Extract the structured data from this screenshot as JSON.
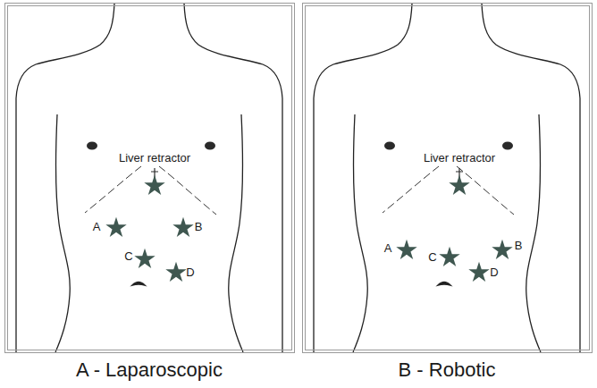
{
  "diagram": {
    "nodes": [
      {
        "text": [
          "Liver retractor",
          "A",
          "B",
          "C",
          "D",
          "A - Laparoscopic"
        ]
      },
      {
        "text": [
          "Liver retractor",
          "A",
          "B",
          "C",
          "D",
          "B - Robotic"
        ]
      }
    ]
  }
}
